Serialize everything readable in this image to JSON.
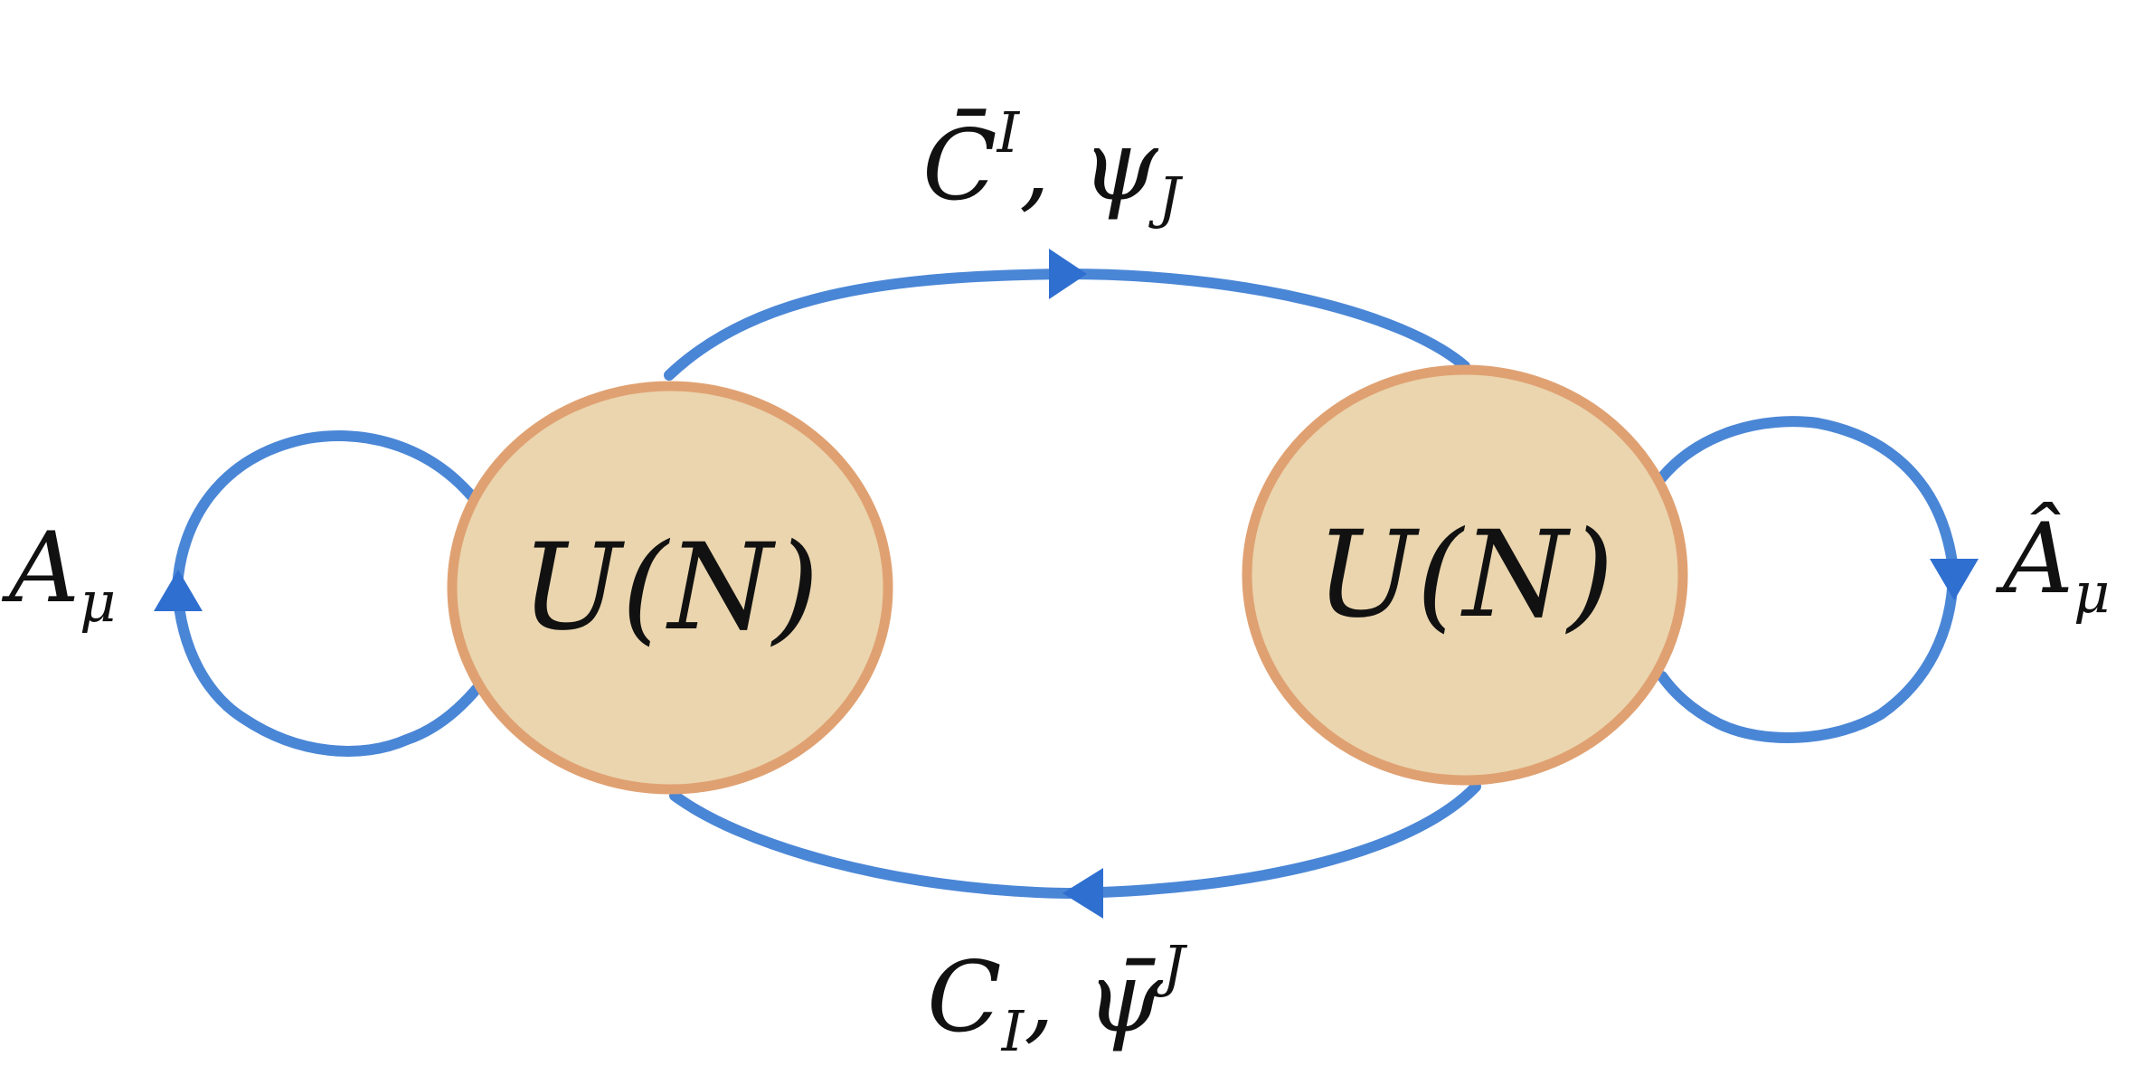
{
  "colors": {
    "node_fill": "#ead5ae",
    "node_stroke": "#e0a172",
    "edge": "#4a86d6",
    "arrow": "#2f6fd0",
    "text": "#111111"
  },
  "nodes": {
    "left": {
      "label": "U(N)"
    },
    "right": {
      "label": "U(N)"
    }
  },
  "edges": {
    "top": {
      "direction": "left-to-right",
      "label_main": "C̄",
      "label_sup": "I",
      "label_sep": ", ψ",
      "label_sub": "J"
    },
    "bottom": {
      "direction": "right-to-left",
      "label_main": "C",
      "label_sub": "I",
      "label_sep": ", ψ̄",
      "label_sup": "J"
    },
    "left_loop": {
      "direction": "up",
      "label_main": "A",
      "label_sub": "μ"
    },
    "right_loop": {
      "direction": "down",
      "label_main": "Â",
      "label_sub": "μ"
    }
  }
}
